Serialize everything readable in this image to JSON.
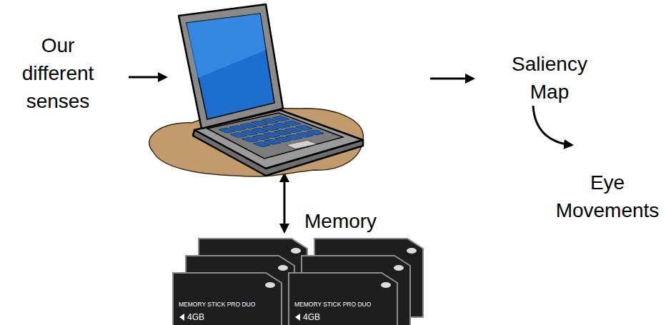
{
  "diagram": {
    "labels": [
      "Our different senses",
      "Saliency Map",
      "Eye Movements",
      "Memory",
      "MEMORY STICK PRO DUO",
      "4GB",
      "MEMORY STICK PRO DUO",
      "4GB"
    ]
  }
}
